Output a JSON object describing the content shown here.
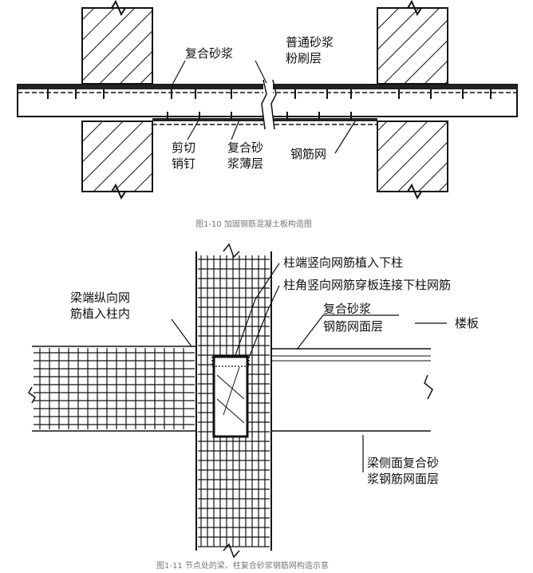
{
  "figure1": {
    "caption": "图1-10 加固钢筋混凝土板构造图",
    "labels": {
      "composite_mortar": "复合砂浆",
      "ordinary_mortar_l1": "普通砂浆",
      "ordinary_mortar_l2": "粉刷层",
      "shear_pin_l1": "剪切",
      "shear_pin_l2": "销钉",
      "thin_layer_l1": "复合砂",
      "thin_layer_l2": "浆薄层",
      "steel_mesh": "钢筋网"
    }
  },
  "figure2": {
    "caption": "图1-11 节点处的梁、柱复合砂浆钢筋网构造示意",
    "labels": {
      "column_end": "柱端竖向网筋植入下柱",
      "column_corner": "柱角竖向网筋穿板连接下柱网筋",
      "beam_end_l1": "梁端纵向网",
      "beam_end_l2": "筋植入柱内",
      "mortar_surface_l1": "复合砂浆",
      "mortar_surface_l2": "钢筋网面层",
      "floor_slab": "楼板",
      "beam_side_l1": "梁侧面复合砂",
      "beam_side_l2": "浆钢筋网面层"
    }
  },
  "colors": {
    "line": "#111111",
    "caption": "#777777"
  }
}
